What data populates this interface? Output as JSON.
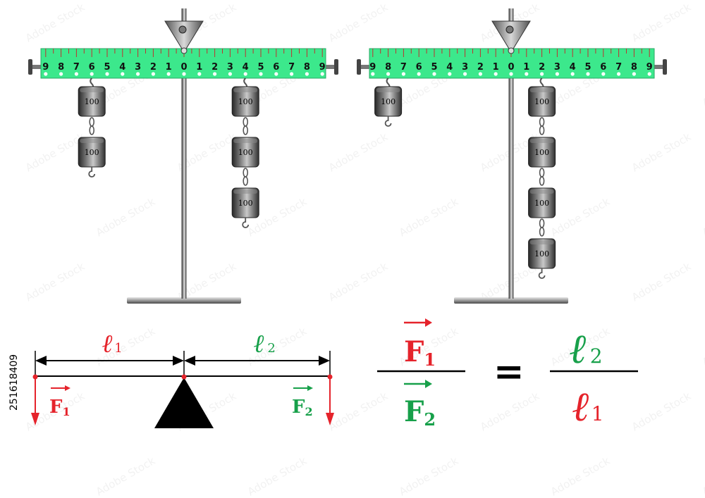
{
  "colors": {
    "ruler_fill": "#3ce88c",
    "force_red": "#e5232b",
    "force_green": "#17a04a",
    "metal_dark": "#3a3a3a",
    "metal_light": "#c8c8c8"
  },
  "icons": {
    "pivot": "inverted-triangle-hook-icon",
    "fulcrum": "triangle-fulcrum-icon",
    "weight": "cylinder-weight-icon",
    "force_arrow": "down-arrow-icon",
    "dimension_arrow": "double-headed-arrow-icon"
  },
  "ruler": {
    "tick_labels": [
      "9",
      "8",
      "7",
      "6",
      "5",
      "4",
      "3",
      "2",
      "1",
      "0",
      "1",
      "2",
      "3",
      "4",
      "5",
      "6",
      "7",
      "8",
      "9"
    ]
  },
  "apparatus": [
    {
      "name": "left-apparatus",
      "hangers": [
        {
          "side": "left",
          "position": 6,
          "weights": [
            "100",
            "100"
          ]
        },
        {
          "side": "right",
          "position": 4,
          "weights": [
            "100",
            "100",
            "100"
          ]
        }
      ]
    },
    {
      "name": "right-apparatus",
      "hangers": [
        {
          "side": "left",
          "position": 8,
          "weights": [
            "100"
          ]
        },
        {
          "side": "right",
          "position": 2,
          "weights": [
            "100",
            "100",
            "100",
            "100"
          ]
        }
      ]
    }
  ],
  "lever_diagram": {
    "l1": {
      "letter": "ℓ",
      "sub": "1"
    },
    "l2": {
      "letter": "ℓ",
      "sub": "2"
    },
    "f1": {
      "letter": "F",
      "sub": "1"
    },
    "f2": {
      "letter": "F",
      "sub": "2"
    }
  },
  "formula": {
    "left_num": {
      "letter": "F",
      "sub": "1"
    },
    "left_den": {
      "letter": "F",
      "sub": "2"
    },
    "equals": "=",
    "right_num": {
      "letter": "ℓ",
      "sub": "2"
    },
    "right_den": {
      "letter": "ℓ",
      "sub": "1"
    }
  },
  "watermark": {
    "stock_id": "251618409",
    "text": "Adobe Stock"
  }
}
